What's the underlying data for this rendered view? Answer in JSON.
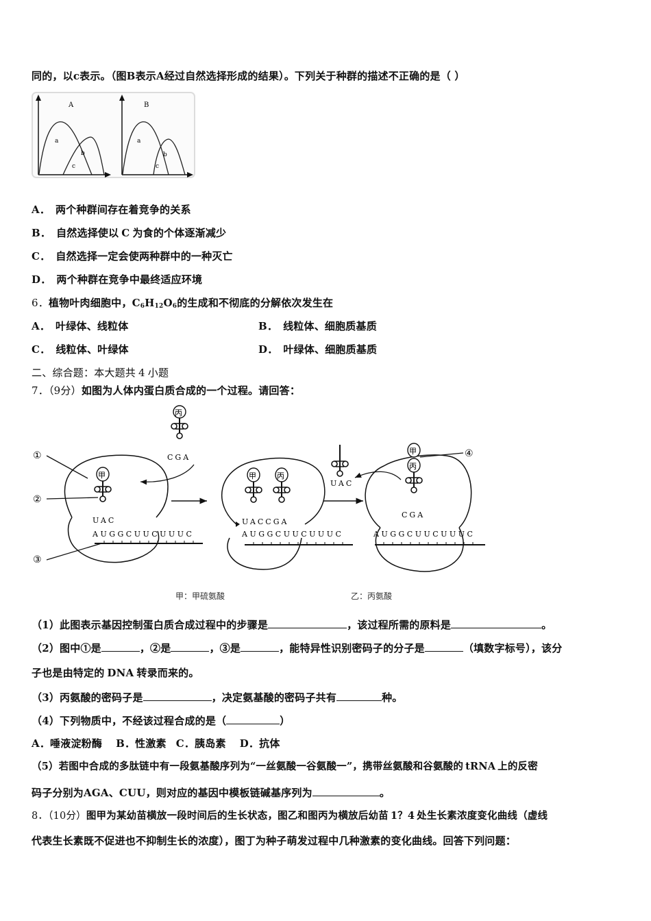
{
  "q5_intro": {
    "text_part1": "同的，以",
    "c_var": "c",
    "text_part2": "表示。（图",
    "B": "B",
    "text_part3": "表示",
    "A": "A",
    "text_part4": "经过自然选择形成的结果）。下列关于种群的描述不正确的是（ ）"
  },
  "q5_figure": {
    "panels": [
      {
        "title": "A",
        "curves": [
          "a",
          "b"
        ],
        "overlap_label": "c"
      },
      {
        "title": "B",
        "curves": [
          "a",
          "b"
        ],
        "overlap_label": "c"
      }
    ]
  },
  "q5_options": [
    {
      "label": "A．",
      "text": "两个种群间存在着竞争的关系"
    },
    {
      "label": "B．",
      "text_part1": "自然选择使以",
      "var": "C",
      "text_part2": "为食的个体逐渐减少"
    },
    {
      "label": "C．",
      "text": "自然选择一定会使两种群中的一种灭亡"
    },
    {
      "label": "D．",
      "text": "两个种群在竞争中最终适应环境"
    }
  ],
  "q6": {
    "number": "6．",
    "stem_part1": "植物叶肉细胞中，",
    "formula": {
      "C": "C",
      "c_sub": "6",
      "H": "H",
      "h_sub": "12",
      "O": "O",
      "o_sub": "6"
    },
    "stem_part2": "的生成和不彻底的分解依次发生在",
    "options": [
      {
        "label": "A．",
        "text": "叶绿体、线粒体"
      },
      {
        "label": "B．",
        "text": "线粒体、细胞质基质"
      },
      {
        "label": "C．",
        "text": "线粒体、叶绿体"
      },
      {
        "label": "D．",
        "text": "叶绿体、细胞质基质"
      }
    ]
  },
  "section2": {
    "title_part1": "二、综合题：本大题共",
    "count": "4",
    "title_part2": "小题"
  },
  "q7": {
    "number": "7．",
    "score": "（9分）",
    "stem": "如图为人体内蛋白质合成的一个过程。请回答：",
    "figure": {
      "markers": [
        "①",
        "②",
        "③",
        "④"
      ],
      "trna_labels": [
        "甲",
        "丙"
      ],
      "anticodons": {
        "first_panel_incoming": "CGA",
        "first_panel_bound": "UAC",
        "second_panel_bound": "UACCGA",
        "leaving": "UAC",
        "third_panel_bound": "CGA"
      },
      "mrna": "AUGGCUUCUUUC",
      "legend": [
        {
          "key": "甲",
          "value": "甲硫氨酸",
          "text": "甲：甲硫氨酸"
        },
        {
          "key": "乙",
          "value": "丙氨酸",
          "text": "乙：丙氨酸"
        }
      ]
    },
    "sub1": {
      "num": "（1）",
      "text_part1": "此图表示基因控制蛋白质合成过程中的步骤是",
      "text_part2": "，该过程所需的原料是",
      "text_part3": "。"
    },
    "sub2": {
      "num": "（2）",
      "text_part1": "图中①是",
      "text_part2": "，②是",
      "text_part3": "，③是",
      "text_part4": "，能特异性识别密码子的分子是",
      "text_part5": "（填数字标号），该分",
      "line2_part1": "子也是由特定的",
      "dna": "DNA",
      "line2_part2": "转录而来的。"
    },
    "sub3": {
      "num": "（3）",
      "text_part1": "丙氨酸的密码子是",
      "text_part2": "，决定氨基酸的密码子共有",
      "text_part3": "种。"
    },
    "sub4": {
      "num": "（4）",
      "text_part1": "下列物质中，不经该过程合成的是（",
      "text_part2": "）",
      "options": [
        {
          "label": "A．",
          "text": "唾液淀粉酶"
        },
        {
          "label": "B．",
          "text": "性激素"
        },
        {
          "label": "C．",
          "text": "胰岛素"
        },
        {
          "label": "D．",
          "text": "抗体"
        }
      ]
    },
    "sub5": {
      "num": "（5）",
      "text_part1": "若图中合成的多肽链中有一段氨基酸序列为“一丝氨酸一谷氨酸一”，携带丝氨酸和谷氨酸的",
      "trna": "tRNA",
      "text_part2": "上的反密",
      "line2_part1": "码子分别为",
      "codons": "AGA、CUU",
      "line2_part2": "，则对应的基因中模板链碱基序列为",
      "line2_part3": "。"
    }
  },
  "q8": {
    "number": "8．",
    "score": "（10分）",
    "line1_part1": "图甲为某幼苗横放一段时间后的生长状态，图乙和图丙为横放后幼苗",
    "range": "1？4",
    "line1_part2": "处生长素浓度变化曲线（虚线",
    "line2": "代表生长素既不促进也不抑制生长的浓度），图丁为种子萌发过程中几种激素的变化曲线。回答下列问题："
  }
}
